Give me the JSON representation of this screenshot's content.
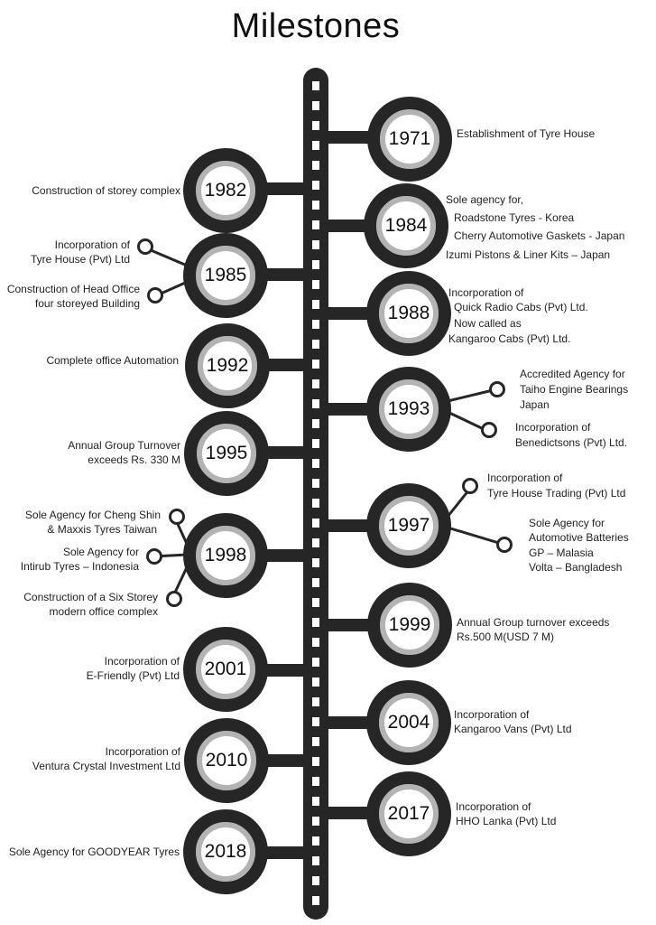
{
  "title": "Milestones",
  "milestones": [
    {
      "year": "1971",
      "lines": [
        "Establishment of Tyre House"
      ]
    },
    {
      "year": "1982",
      "lines": [
        "Construction of storey complex"
      ]
    },
    {
      "year": "1984",
      "lines": [
        "Sole agency for,",
        "Roadstone Tyres - Korea",
        "Cherry Automotive Gaskets - Japan",
        "Izumi Pistons & Liner Kits – Japan"
      ]
    },
    {
      "year": "1985",
      "lines": [
        "Incorporation of",
        "Tyre House (Pvt) Ltd",
        "Construction of Head Office",
        "four storeyed Building"
      ]
    },
    {
      "year": "1988",
      "lines": [
        "Incorporation of",
        "Quick Radio Cabs (Pvt) Ltd.",
        "Now called as",
        "Kangaroo Cabs (Pvt) Ltd."
      ]
    },
    {
      "year": "1992",
      "lines": [
        "Complete office Automation"
      ]
    },
    {
      "year": "1993",
      "lines": [
        "Accredited Agency for",
        "Taiho Engine Bearings",
        "Japan",
        "Incorporation of",
        "Benedictsons (Pvt) Ltd."
      ]
    },
    {
      "year": "1995",
      "lines": [
        "Annual Group Turnover",
        "exceeds Rs. 330 M"
      ]
    },
    {
      "year": "1997",
      "lines": [
        "Incorporation of",
        "Tyre House Trading (Pvt) Ltd",
        "Sole Agency for",
        "Automotive Batteries",
        "GP – Malasia",
        "Volta – Bangladesh"
      ]
    },
    {
      "year": "1998",
      "lines": [
        "Sole Agency for Cheng Shin",
        "& Maxxis Tyres Taiwan",
        "Sole Agency for",
        "Intirub Tyres – Indonesia",
        "Construction of a Six Storey",
        "modern office complex"
      ]
    },
    {
      "year": "1999",
      "lines": [
        "Annual Group turnover exceeds",
        "Rs.500 M(USD 7 M)"
      ]
    },
    {
      "year": "2001",
      "lines": [
        "Incorporation of",
        "E-Friendly (Pvt) Ltd"
      ]
    },
    {
      "year": "2004",
      "lines": [
        "Incorporation of",
        "Kangaroo Vans (Pvt) Ltd"
      ]
    },
    {
      "year": "2010",
      "lines": [
        "Incorporation of",
        "Ventura Crystal Investment Ltd"
      ]
    },
    {
      "year": "2017",
      "lines": [
        "Incorporation of",
        "HHO Lanka (Pvt) Ltd"
      ]
    },
    {
      "year": "2018",
      "lines": [
        "Sole Agency for GOODYEAR Tyres"
      ]
    }
  ]
}
